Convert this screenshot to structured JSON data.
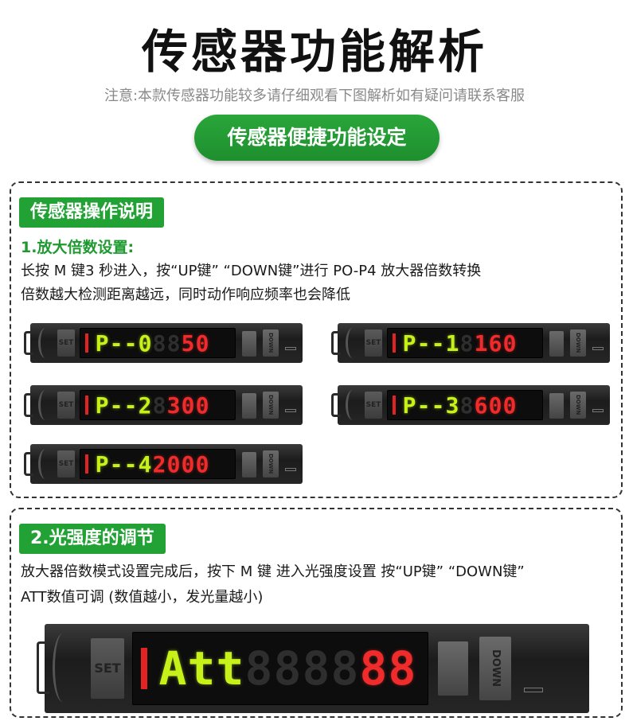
{
  "header": {
    "title": "传感器功能解析",
    "notice": "注意:本款传感器功能较多请仔细观看下图解析如有疑问请联系客服",
    "pill": "传感器便捷功能设定"
  },
  "section1": {
    "tag": "传感器操作说明",
    "subhead": "1.放大倍数设置:",
    "line1": "长按 M 键3 秒进入，按“UP键” “DOWN键”进行 PO-P4 放大器倍数转换",
    "line2": "倍数越大检测距离越远，同时动作响应频率也会降低"
  },
  "section2": {
    "tag": "2.光强度的调节",
    "line1": "放大器倍数模式设置完成后，按下 M 键 进入光强度设置 按“UP键” “DOWN键”",
    "line2": "ATT数值可调 (数值越小，发光量越小)"
  },
  "device": {
    "set_label": "SET",
    "down_label": "DOWN"
  },
  "displays": [
    {
      "yellow": "P--0",
      "dim": "88",
      "red": "50"
    },
    {
      "yellow": "P--1",
      "dim": "8",
      "red": "160"
    },
    {
      "yellow": "P--2",
      "dim": "8",
      "red": "300"
    },
    {
      "yellow": "P--3",
      "dim": "8",
      "red": "600"
    },
    {
      "yellow": "P--4",
      "dim": "",
      "red": "2000"
    },
    {
      "yellow": "Att",
      "dim": "8888",
      "red": "88"
    }
  ],
  "colors": {
    "accent": "#22a234",
    "segment_yellow": "#c6f21a",
    "segment_red": "#f02b2b"
  }
}
